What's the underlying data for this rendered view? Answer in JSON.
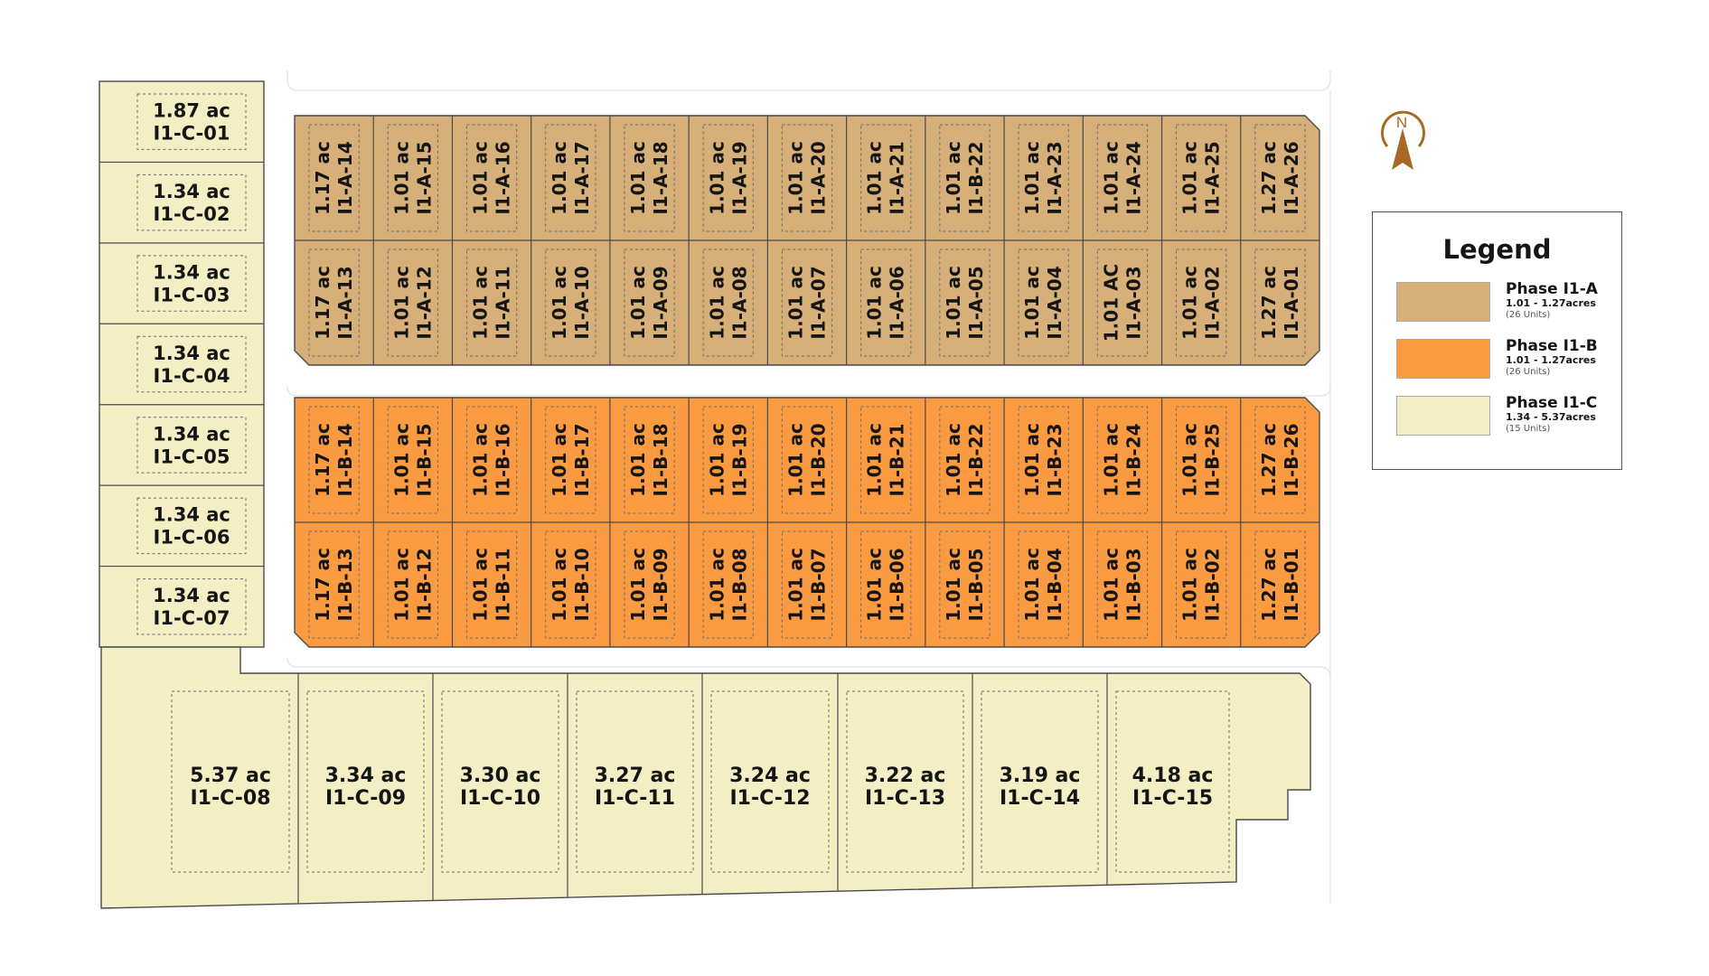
{
  "colors": {
    "phase_a": "#d6b078",
    "phase_b": "#fb9b41",
    "phase_c": "#f4eec5",
    "north": "#a66a24"
  },
  "north": {
    "letter": "N"
  },
  "legend": {
    "title": "Legend",
    "items": [
      {
        "name": "Phase I1-A",
        "range": "1.01 - 1.27acres",
        "units": "(26 Units)",
        "color": "#d6b078"
      },
      {
        "name": "Phase I1-B",
        "range": "1.01 - 1.27acres",
        "units": "(26 Units)",
        "color": "#fb9b41"
      },
      {
        "name": "Phase I1-C",
        "range": "1.34 - 5.37acres",
        "units": "(15 Units)",
        "color": "#f4eec5"
      }
    ]
  },
  "block_a": {
    "top": [
      [
        "1.17 ac",
        "I1-A-14"
      ],
      [
        "1.01 ac",
        "I1-A-15"
      ],
      [
        "1.01 ac",
        "I1-A-16"
      ],
      [
        "1.01 ac",
        "I1-A-17"
      ],
      [
        "1.01 ac",
        "I1-A-18"
      ],
      [
        "1.01 ac",
        "I1-A-19"
      ],
      [
        "1.01 ac",
        "I1-A-20"
      ],
      [
        "1.01 ac",
        "I1-A-21"
      ],
      [
        "1.01 ac",
        "I1-B-22"
      ],
      [
        "1.01 ac",
        "I1-A-23"
      ],
      [
        "1.01 ac",
        "I1-A-24"
      ],
      [
        "1.01 ac",
        "I1-A-25"
      ],
      [
        "1.27 ac",
        "I1-A-26"
      ]
    ],
    "bottom": [
      [
        "1.17 ac",
        "I1-A-13"
      ],
      [
        "1.01 ac",
        "I1-A-12"
      ],
      [
        "1.01 ac",
        "I1-A-11"
      ],
      [
        "1.01 ac",
        "I1-A-10"
      ],
      [
        "1.01 ac",
        "I1-A-09"
      ],
      [
        "1.01 ac",
        "I1-A-08"
      ],
      [
        "1.01 ac",
        "I1-A-07"
      ],
      [
        "1.01 ac",
        "I1-A-06"
      ],
      [
        "1.01 ac",
        "I1-A-05"
      ],
      [
        "1.01 ac",
        "I1-A-04"
      ],
      [
        "1.01 AC",
        "I1-A-03"
      ],
      [
        "1.01 ac",
        "I1-A-02"
      ],
      [
        "1.27 ac",
        "I1-A-01"
      ]
    ]
  },
  "block_b": {
    "top": [
      [
        "1.17 ac",
        "I1-B-14"
      ],
      [
        "1.01 ac",
        "I1-B-15"
      ],
      [
        "1.01 ac",
        "I1-B-16"
      ],
      [
        "1.01 ac",
        "I1-B-17"
      ],
      [
        "1.01 ac",
        "I1-B-18"
      ],
      [
        "1.01 ac",
        "I1-B-19"
      ],
      [
        "1.01 ac",
        "I1-B-20"
      ],
      [
        "1.01 ac",
        "I1-B-21"
      ],
      [
        "1.01 ac",
        "I1-B-22"
      ],
      [
        "1.01 ac",
        "I1-B-23"
      ],
      [
        "1.01 ac",
        "I1-B-24"
      ],
      [
        "1.01 ac",
        "I1-B-25"
      ],
      [
        "1.27 ac",
        "I1-B-26"
      ]
    ],
    "bottom": [
      [
        "1.17 ac",
        "I1-B-13"
      ],
      [
        "1.01 ac",
        "I1-B-12"
      ],
      [
        "1.01 ac",
        "I1-B-11"
      ],
      [
        "1.01 ac",
        "I1-B-10"
      ],
      [
        "1.01 ac",
        "I1-B-09"
      ],
      [
        "1.01 ac",
        "I1-B-08"
      ],
      [
        "1.01 ac",
        "I1-B-07"
      ],
      [
        "1.01 ac",
        "I1-B-06"
      ],
      [
        "1.01 ac",
        "I1-B-05"
      ],
      [
        "1.01 ac",
        "I1-B-04"
      ],
      [
        "1.01 ac",
        "I1-B-03"
      ],
      [
        "1.01 ac",
        "I1-B-02"
      ],
      [
        "1.27 ac",
        "I1-B-01"
      ]
    ]
  },
  "block_c_left": [
    [
      "1.87 ac",
      "I1-C-01"
    ],
    [
      "1.34 ac",
      "I1-C-02"
    ],
    [
      "1.34 ac",
      "I1-C-03"
    ],
    [
      "1.34 ac",
      "I1-C-04"
    ],
    [
      "1.34 ac",
      "I1-C-05"
    ],
    [
      "1.34 ac",
      "I1-C-06"
    ],
    [
      "1.34 ac",
      "I1-C-07"
    ]
  ],
  "block_c_bottom": [
    [
      "5.37 ac",
      "I1-C-08"
    ],
    [
      "3.34 ac",
      "I1-C-09"
    ],
    [
      "3.30 ac",
      "I1-C-10"
    ],
    [
      "3.27 ac",
      "I1-C-11"
    ],
    [
      "3.24 ac",
      "I1-C-12"
    ],
    [
      "3.22 ac",
      "I1-C-13"
    ],
    [
      "3.19 ac",
      "I1-C-14"
    ],
    [
      "4.18 ac",
      "I1-C-15"
    ]
  ]
}
